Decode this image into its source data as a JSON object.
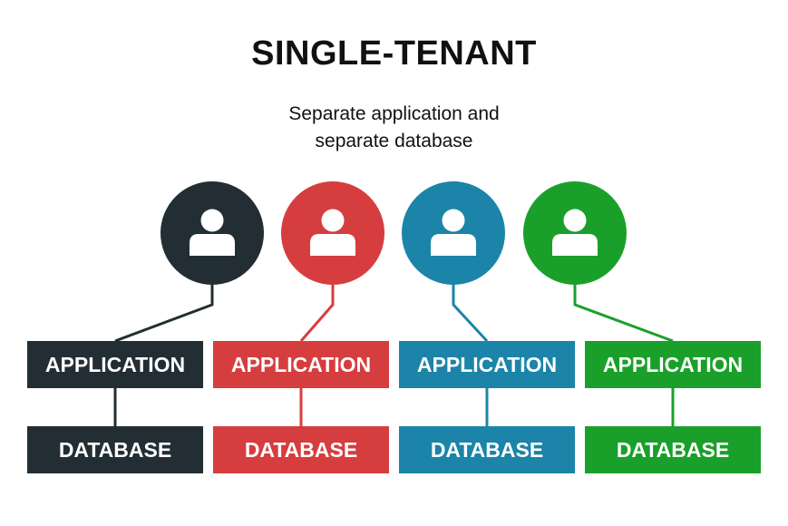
{
  "title": "SINGLE-TENANT",
  "subtitle": [
    "Separate application and",
    "separate database"
  ],
  "tenants": [
    {
      "color": "#222e33",
      "icon": "user-icon",
      "application_label": "APPLICATION",
      "database_label": "DATABASE"
    },
    {
      "color": "#d63d3f",
      "icon": "user-icon",
      "application_label": "APPLICATION",
      "database_label": "DATABASE"
    },
    {
      "color": "#1b84a8",
      "icon": "user-icon",
      "application_label": "APPLICATION",
      "database_label": "DATABASE"
    },
    {
      "color": "#1aa02a",
      "icon": "user-icon",
      "application_label": "APPLICATION",
      "database_label": "DATABASE"
    }
  ]
}
